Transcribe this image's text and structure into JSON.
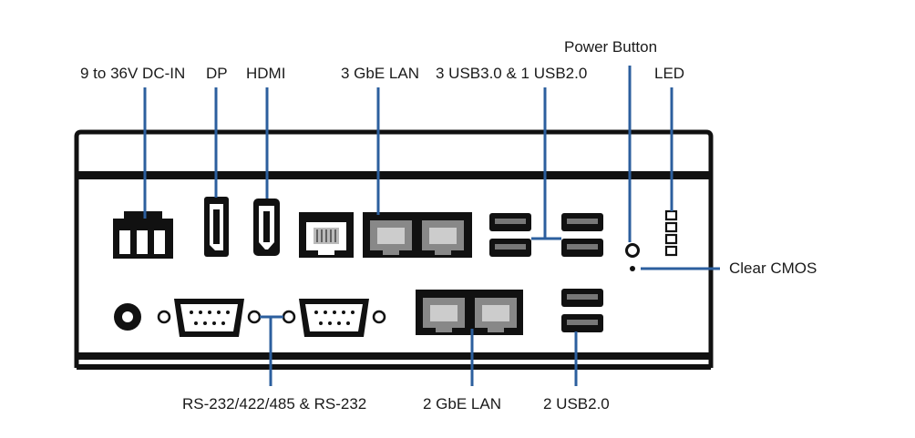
{
  "labels": {
    "dc_in": "9 to 36V DC-IN",
    "dp": "DP",
    "hdmi": "HDMI",
    "lan3": "3 GbE LAN",
    "usb_top": "3 USB3.0 & 1 USB2.0",
    "power_button": "Power Button",
    "led": "LED",
    "clear_cmos": "Clear CMOS",
    "serial": "RS-232/422/485 & RS-232",
    "lan2": "2 GbE LAN",
    "usb_bottom": "2 USB2.0"
  },
  "colors": {
    "leader_line": "#2c5f9e",
    "chassis": "#111111",
    "background": "#ffffff"
  }
}
